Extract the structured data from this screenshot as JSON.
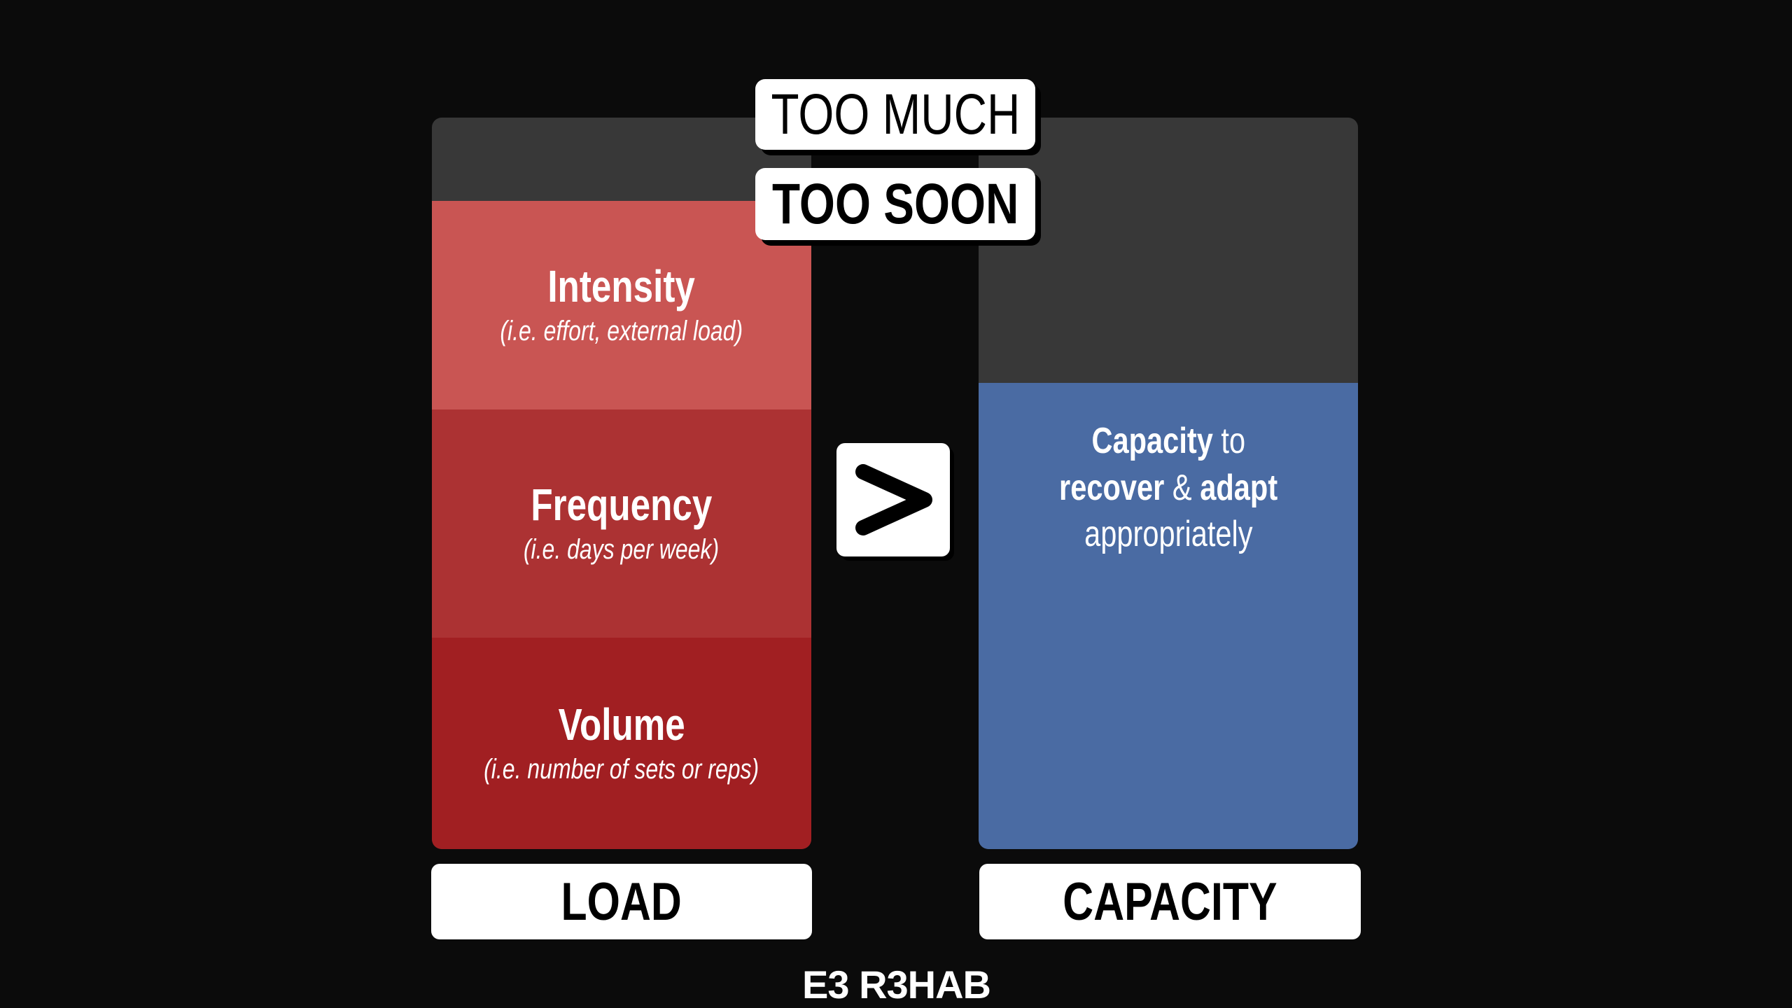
{
  "tags": {
    "too_much": "TOO MUCH",
    "too_soon": "TOO SOON"
  },
  "load": {
    "label": "LOAD",
    "bands": [
      {
        "title": "Intensity",
        "subtitle": "(i.e. effort, external load)",
        "color": "#c95553"
      },
      {
        "title": "Frequency",
        "subtitle": "(i.e. days per week)",
        "color": "#ac3233"
      },
      {
        "title": "Volume",
        "subtitle": "(i.e. number of sets or reps)",
        "color": "#a11f22"
      }
    ]
  },
  "comparison": {
    "symbol": ">"
  },
  "capacity": {
    "label": "CAPACITY",
    "color": "#4a6ba3",
    "text": {
      "w1": "Capacity",
      "w2": " to",
      "w3": "recover",
      "w4": " & ",
      "w5": "adapt",
      "w6": "appropriately"
    }
  },
  "logo": {
    "text": "E3 R3HAB"
  }
}
